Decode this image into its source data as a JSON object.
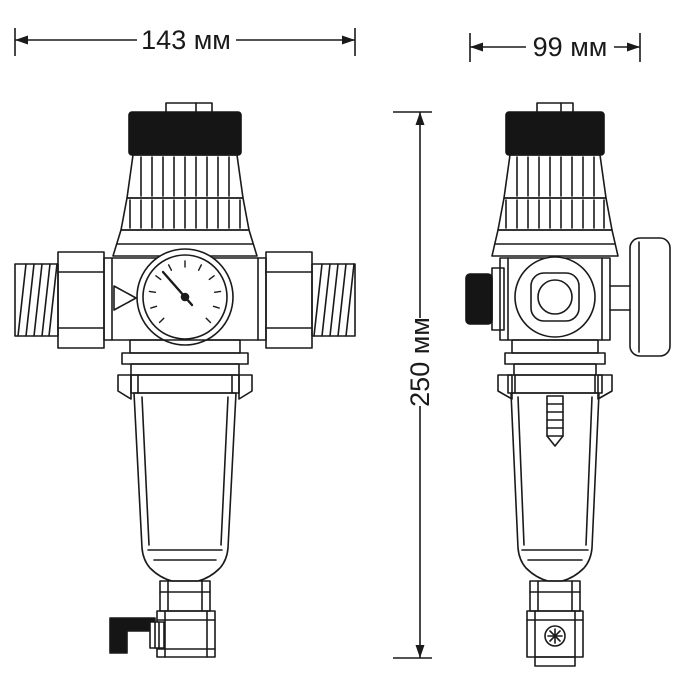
{
  "drawing": {
    "type": "technical-drawing",
    "subject": "water filter pressure reducer, two orthographic views",
    "dimensions": {
      "front_width": "143 мм",
      "side_width": "99 мм",
      "height": "250 мм"
    },
    "colors": {
      "line": "#1a1a1a",
      "solid_fill": "#151515",
      "background": "#ffffff"
    }
  }
}
